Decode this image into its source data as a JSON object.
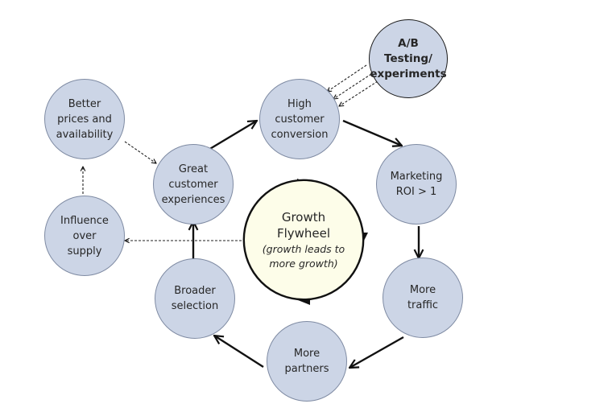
{
  "diagram": {
    "title": "Growth Flywheel",
    "colors": {
      "node_fill": "#ccd5e6",
      "node_stroke": "#7f8ba3",
      "hub_fill": "#fdfde9",
      "arrow": "#111111"
    },
    "hub": {
      "title": "Growth\nFlywheel",
      "subtitle": "(growth leads to\nmore growth)"
    },
    "nodes": {
      "ab_testing": "A/B\nTesting/\nexperiments",
      "high_conversion": "High\ncustomer\nconversion",
      "marketing_roi": "Marketing\nROI > 1",
      "more_traffic": "More\ntraffic",
      "more_partners": "More\npartners",
      "broader_selection": "Broader\nselection",
      "great_experiences": "Great\ncustomer\nexperiences",
      "better_prices": "Better\nprices and\navailability",
      "influence_supply": "Influence\nover\nsupply"
    },
    "edges": [
      {
        "from": "great_experiences",
        "to": "high_conversion",
        "style": "solid"
      },
      {
        "from": "high_conversion",
        "to": "marketing_roi",
        "style": "solid"
      },
      {
        "from": "marketing_roi",
        "to": "more_traffic",
        "style": "solid"
      },
      {
        "from": "more_traffic",
        "to": "more_partners",
        "style": "solid"
      },
      {
        "from": "more_partners",
        "to": "broader_selection",
        "style": "solid"
      },
      {
        "from": "broader_selection",
        "to": "great_experiences",
        "style": "solid"
      },
      {
        "from": "ab_testing",
        "to": "high_conversion",
        "style": "dashed",
        "count": 3
      },
      {
        "from": "hub",
        "to": "influence_supply",
        "style": "dashed"
      },
      {
        "from": "influence_supply",
        "to": "better_prices",
        "style": "dashed"
      },
      {
        "from": "better_prices",
        "to": "great_experiences",
        "style": "dashed"
      }
    ]
  }
}
